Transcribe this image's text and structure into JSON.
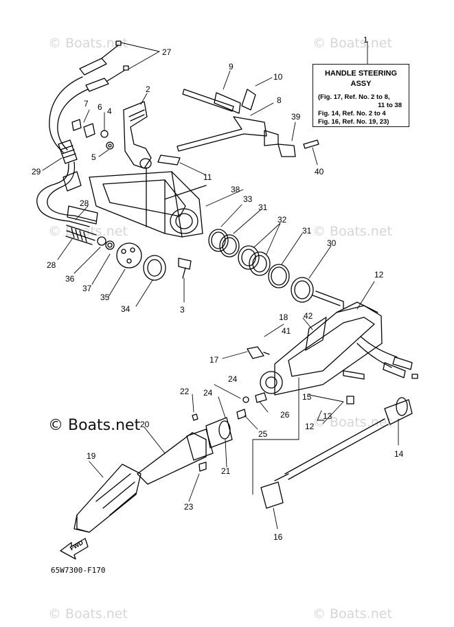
{
  "watermark": {
    "text": "© Boats.net",
    "main_text": "© Boats.net"
  },
  "info_box": {
    "title_line1": "HANDLE STEERING",
    "title_line2": "ASSY",
    "ref_line1": "(Fig. 17, Ref. No. 2 to 8,",
    "ref_line2": "11 to 38",
    "ref_line3": "Fig. 14, Ref. No. 2 to 4",
    "ref_line4": "Fig. 16, Ref. No. 19, 23)"
  },
  "diagram_code": "65W7300-F170",
  "fwd_label": "FWD",
  "callouts": {
    "n1": "1",
    "n2": "2",
    "n3": "3",
    "n4": "4",
    "n5": "5",
    "n6": "6",
    "n7": "7",
    "n8": "8",
    "n9": "9",
    "n10": "10",
    "n11": "11",
    "n12a": "12",
    "n12b": "12",
    "n13": "13",
    "n14": "14",
    "n15": "15",
    "n16": "16",
    "n17": "17",
    "n18": "18",
    "n19": "19",
    "n20": "20",
    "n21": "21",
    "n22": "22",
    "n23": "23",
    "n24a": "24",
    "n24b": "24",
    "n25": "25",
    "n26": "26",
    "n27": "27",
    "n28a": "28",
    "n28b": "28",
    "n29": "29",
    "n30": "30",
    "n31a": "31",
    "n31b": "31",
    "n32": "32",
    "n33": "33",
    "n34": "34",
    "n35": "35",
    "n36": "36",
    "n37": "37",
    "n38": "38",
    "n39": "39",
    "n40": "40",
    "n41": "41",
    "n42": "42"
  }
}
